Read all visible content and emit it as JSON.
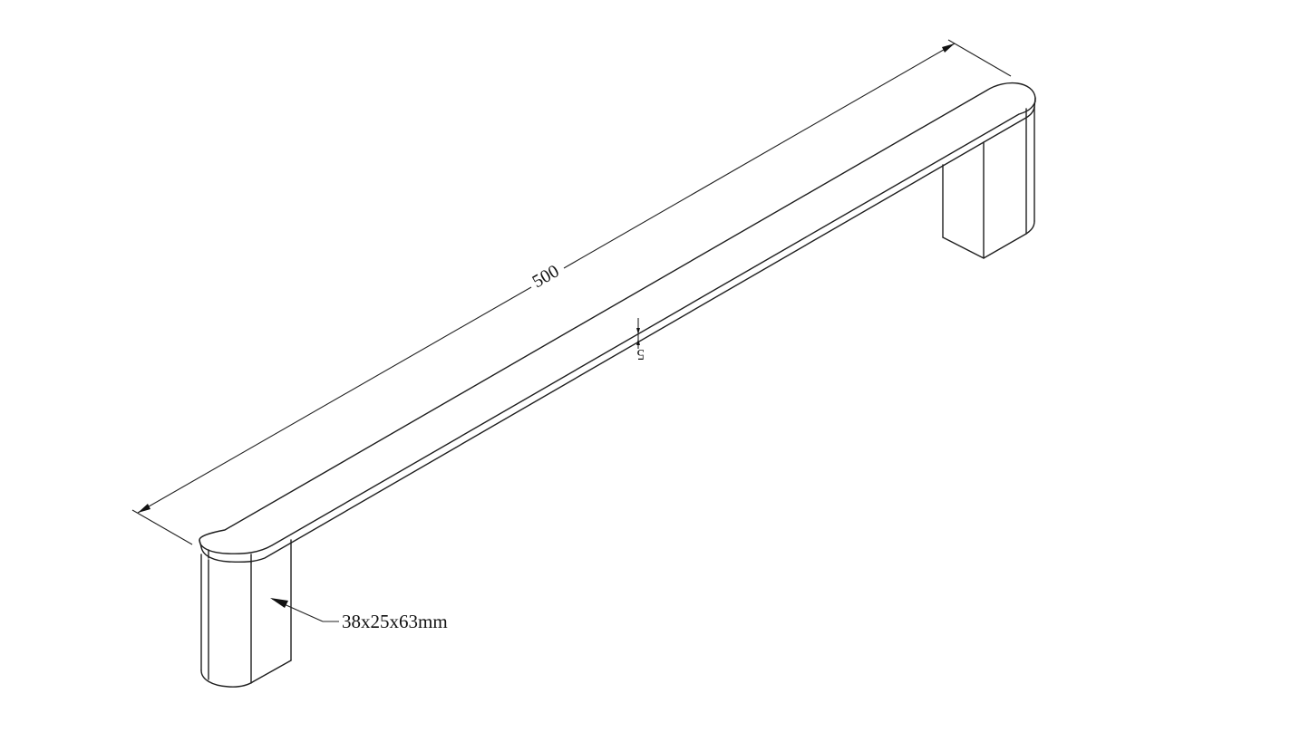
{
  "drawing": {
    "type": "isometric technical drawing",
    "subject": "bar handle with two feet",
    "line_color": "#1e1e1e",
    "background": "#ffffff"
  },
  "dimensions": {
    "length_label": "500",
    "thickness_label": "5",
    "foot_callout": "38x25x63mm"
  }
}
